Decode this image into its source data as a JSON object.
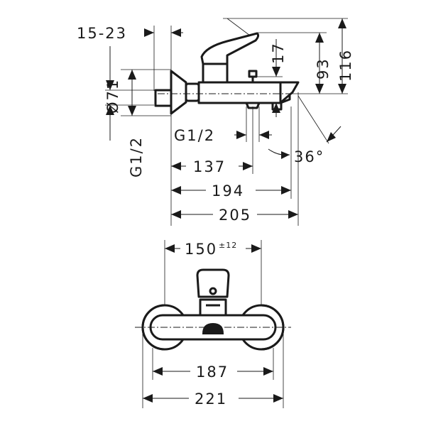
{
  "drawing": {
    "side_view": {
      "dim_15_23": "15-23",
      "dim_d71": "Ø71",
      "dim_g12_vertical": "G1/2",
      "dim_g12_horizontal": "G1/2",
      "dim_17": "17",
      "dim_93": "93",
      "dim_116": "116",
      "dim_36deg": "36°",
      "dim_137": "137",
      "dim_194": "194",
      "dim_205": "205"
    },
    "front_view": {
      "dim_150": "150",
      "dim_150_tolerance": "±12",
      "dim_187": "187",
      "dim_221": "221"
    }
  }
}
